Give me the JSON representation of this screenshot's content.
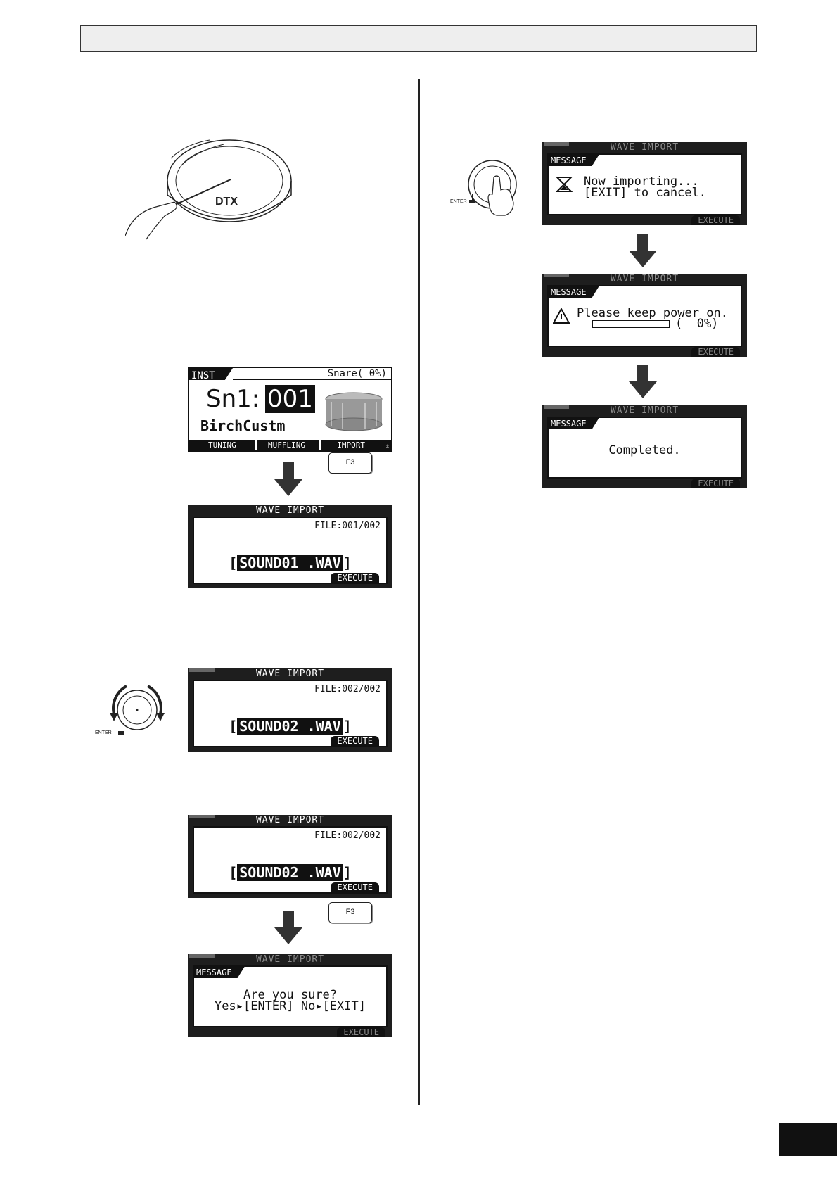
{
  "inst_screen": {
    "tab": "INST",
    "voice": "Snare(  0%)",
    "inst_prefix": "Sn1:",
    "inst_number": "001",
    "inst_name": "BirchCustm",
    "functions": [
      "TUNING",
      "MUFFLING",
      "IMPORT"
    ]
  },
  "wave_import_title": "WAVE IMPORT",
  "execute_label": "EXECUTE",
  "f3_label": "F3",
  "enter_label": "ENTER",
  "message_label": "MESSAGE",
  "screen_file1": {
    "file_info": "FILE:001/002",
    "bracket_left": "[",
    "file_name": "SOUND01  .WAV",
    "bracket_right": "]"
  },
  "screen_file2": {
    "file_info": "FILE:002/002",
    "bracket_left": "[",
    "file_name": "SOUND02  .WAV",
    "bracket_right": "]"
  },
  "confirm_message": {
    "line1": "Are you sure?",
    "line2": "Yes▸[ENTER] No▸[EXIT]"
  },
  "importing_message": {
    "line1": "Now importing...",
    "line2": "[EXIT] to cancel."
  },
  "keep_power_message": {
    "line1": "Please keep power on.",
    "percent": "(  0%)",
    "progress": 0
  },
  "completed_message": "Completed.",
  "pad_logo": "DTX"
}
